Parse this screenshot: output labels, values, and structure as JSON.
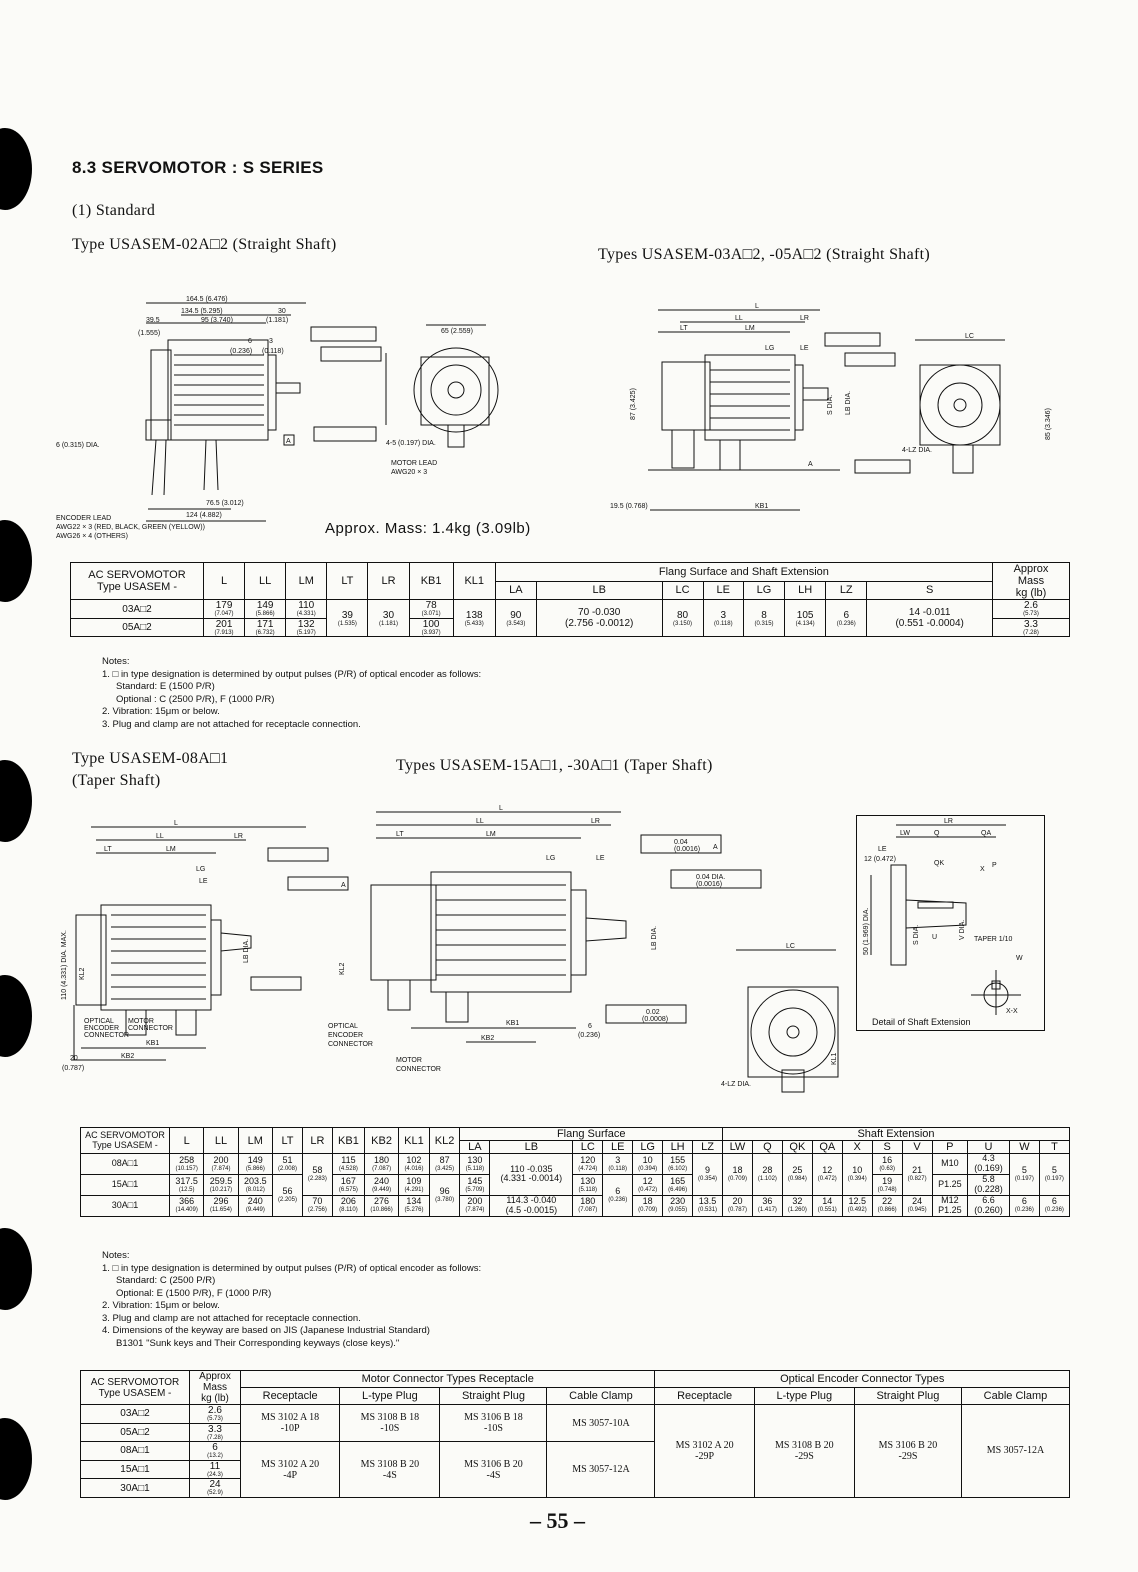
{
  "section_title": "8.3 SERVOMOTOR :  S SERIES",
  "subsection": "(1) Standard",
  "captions": {
    "type02": "Type USASEM-02A□2 (Straight Shaft)",
    "type03": "Types USASEM-03A□2, -05A□2 (Straight Shaft)",
    "type08a": "Type USASEM-08A□1",
    "type08b": "(Taper Shaft)",
    "type15": "Types USASEM-15A□1, -30A□1 (Taper Shaft)"
  },
  "mass_note": "Approx. Mass: 1.4kg (3.09lb)",
  "drawing1": {
    "d1": "164.5 (6.476)",
    "d2": "134.5 (5.295)",
    "d3": "30",
    "d4": "39.5",
    "d5": "95 (3.740)",
    "d6": "(1.181)",
    "d7": "(1.555)",
    "d8": "6",
    "d9": "3",
    "d10": "(0.236)",
    "d11": "(0.118)",
    "d12": "6 (0.315) DIA.",
    "d13": "76.5 (3.012)",
    "d14": "124 (4.882)",
    "enc1": "ENCODER LEAD",
    "enc2": "AWG22 × 3 (RED, BLACK, GREEN (YELLOW))",
    "enc3": "AWG26 × 4 (OTHERS)",
    "face1": "65 (2.559)",
    "face2": "4-5 (0.197) DIA.",
    "face3": "MOTOR LEAD",
    "face4": "AWG20 × 3",
    "tolA": "A"
  },
  "drawing2": {
    "L": "L",
    "LL": "LL",
    "LR": "LR",
    "LT": "LT",
    "LM": "LM",
    "LG": "LG",
    "LE": "LE",
    "LC": "LC",
    "KB1": "KB1",
    "d1": "19.5 (0.768)",
    "d2": "87 (3.425)",
    "d3": "85 (3.346)",
    "d4": "4-LZ DIA.",
    "S": "S DIA.",
    "LB": "LB DIA.",
    "A": "A"
  },
  "drawing3": {
    "L": "L",
    "LL": "LL",
    "LR": "LR",
    "LT": "LT",
    "LM": "LM",
    "LG": "LG",
    "LE": "LE",
    "KB1": "KB1",
    "KB2": "KB2",
    "KL2": "KL2",
    "LB": "LB DIA.",
    "d1": "110 (4.331) DIA. MAX.",
    "d2": "20",
    "d3": "(0.787)",
    "c1": "OPTICAL",
    "c2": "ENCODER",
    "c3": "CONNECTOR",
    "c4": "MOTOR",
    "c5": "CONNECTOR",
    "A": "A"
  },
  "drawing4": {
    "L": "L",
    "LL": "LL",
    "LR": "LR",
    "LT": "LT",
    "LM": "LM",
    "LG": "LG",
    "LE": "LE",
    "KB1": "KB1",
    "KB2": "KB2",
    "KL2": "KL2",
    "KL1": "KL1",
    "LC": "LC",
    "LB": "LB DIA.",
    "tol1": "0.04",
    "tol1b": "(0.0016)",
    "tol2": "0.04 DIA.",
    "tol2b": "(0.0016)",
    "tol3": "0.02",
    "tol3b": "(0.0008)",
    "c1": "OPTICAL",
    "c2": "ENCODER",
    "c3": "CONNECTOR",
    "c4": "MOTOR",
    "c5": "CONNECTOR",
    "d4": "4-LZ DIA.",
    "six": "6",
    "six2": "(0.236)",
    "A": "A"
  },
  "detail": {
    "LR": "LR",
    "LW": "LW",
    "Q": "Q",
    "QA": "QA",
    "LE": "LE",
    "QK": "QK",
    "d1": "12 (0.472)",
    "d2": "50 (1.969) DIA.",
    "S": "S DIA.",
    "U": "U",
    "V": "V DIA.",
    "taper": "TAPER 1/10",
    "W": "W",
    "X": "X",
    "P": "P",
    "XX": "X-X",
    "title": "Detail of Shaft Extension"
  },
  "table1": {
    "head": [
      "AC SERVOMOTOR",
      "Type USASEM -"
    ],
    "cols": [
      "L",
      "LL",
      "LM",
      "LT",
      "LR",
      "KB1",
      "KL1"
    ],
    "group": "Flang Surface and Shaft Extension",
    "sub": [
      "LA",
      "LB",
      "LC",
      "LE",
      "LG",
      "LH",
      "LZ",
      "S"
    ],
    "masshead": [
      "Approx",
      "Mass",
      "kg (lb)"
    ],
    "rows": [
      {
        "type": "03A□2",
        "L": "179",
        "Lin": "(7.047)",
        "LL": "149",
        "LLin": "(5.866)",
        "LM": "110",
        "LMin": "(4.331)",
        "KB1": "78",
        "KB1in": "(3.071)",
        "mass": "2.6",
        "massin": "(5.73)"
      },
      {
        "type": "05A□2",
        "L": "201",
        "Lin": "(7.913)",
        "LL": "171",
        "LLin": "(6.732)",
        "LM": "132",
        "LMin": "(5.197)",
        "KB1": "100",
        "KB1in": "(3.937)",
        "mass": "3.3",
        "massin": "(7.28)"
      }
    ],
    "shared": {
      "LT": "39",
      "LTin": "(1.535)",
      "LR": "30",
      "LRin": "(1.181)",
      "KL1": "138",
      "KL1in": "(5.433)",
      "LA": "90",
      "LAin": "(3.543)",
      "LB": "70 -0.030",
      "LBin": "(2.756 -0.0012)",
      "LC": "80",
      "LCin": "(3.150)",
      "LE": "3",
      "LEin": "(0.118)",
      "LG": "8",
      "LGin": "(0.315)",
      "LH": "105",
      "LHin": "(4.134)",
      "LZ": "6",
      "LZin": "(0.236)",
      "S": "14 -0.011",
      "Sin": "(0.551 -0.0004)"
    }
  },
  "notes1": [
    "Notes:",
    "1. □ in type designation is determined by output pulses (P/R) of optical encoder as follows:",
    "Standard: E (1500 P/R)",
    "Optional : C (2500 P/R), F (1000 P/R)",
    "2. Vibration: 15μm or below.",
    "3. Plug and clamp are not attached for receptacle connection."
  ],
  "table2": {
    "head": [
      "AC SERVOMOTOR",
      "Type USASEM -"
    ],
    "cols": [
      "L",
      "LL",
      "LM",
      "LT",
      "LR",
      "KB1",
      "KB2",
      "KL1",
      "KL2"
    ],
    "group1": "Flang Surface",
    "sub1": [
      "LA",
      "LB",
      "LC",
      "LE",
      "LG",
      "LH",
      "LZ"
    ],
    "group2": "Shaft Extension",
    "sub2": [
      "LW",
      "Q",
      "QK",
      "QA",
      "X",
      "S",
      "V",
      "P",
      "U",
      "W",
      "T"
    ],
    "r08": {
      "type": "08A□1",
      "L": "258",
      "Lin": "(10.157)",
      "LL": "200",
      "LLin": "(7.874)",
      "LM": "149",
      "LMin": "(5.866)",
      "LT": "51",
      "LTin": "(2.008)",
      "KB1": "115",
      "KB1in": "(4.528)",
      "KB2": "180",
      "KB2in": "(7.087)",
      "KL1": "102",
      "KL1in": "(4.016)",
      "KL2": "87",
      "KL2in": "(3.425)",
      "LA": "130",
      "LAin": "(5.118)",
      "LC": "120",
      "LCin": "(4.724)",
      "LE": "3",
      "LEin": "(0.118)",
      "LG": "10",
      "LGin": "(0.394)",
      "LH": "155",
      "LHin": "(6.102)",
      "S": "16",
      "Sin": "(0.63)",
      "P": "M10",
      "U": "4.3",
      "Uin": "(0.169)"
    },
    "r15": {
      "type": "15A□1",
      "L": "317.5",
      "Lin": "(12.5)",
      "LL": "259.5",
      "LLin": "(10.217)",
      "LM": "203.5",
      "LMin": "(8.012)",
      "KB1": "167",
      "KB1in": "(6.575)",
      "KB2": "240",
      "KB2in": "(9.449)",
      "KL1": "109",
      "KL1in": "(4.291)",
      "LA": "145",
      "LAin": "(5.709)",
      "LC": "130",
      "LCin": "(5.118)",
      "LG": "12",
      "LGin": "(0.472)",
      "LH": "165",
      "LHin": "(6.496)",
      "S": "19",
      "Sin": "(0.748)",
      "P": "P1.25",
      "U": "5.8",
      "Uin": "(0.228)"
    },
    "r30": {
      "type": "30A□1",
      "L": "366",
      "Lin": "(14.409)",
      "LL": "296",
      "LLin": "(11.654)",
      "LM": "240",
      "LMin": "(9.449)",
      "LR": "70",
      "LRin": "(2.756)",
      "KB1": "206",
      "KB1in": "(8.110)",
      "KB2": "276",
      "KB2in": "(10.866)",
      "KL1": "134",
      "KL1in": "(5.276)",
      "LA": "200",
      "LAin": "(7.874)",
      "LB": "114.3 -0.040",
      "LBin": "(4.5 -0.0015)",
      "LC": "180",
      "LCin": "(7.087)",
      "LG": "18",
      "LGin": "(0.709)",
      "LH": "230",
      "LHin": "(9.055)",
      "LZ": "13.5",
      "LZin": "(0.531)",
      "LW": "20",
      "LWin": "(0.787)",
      "Q": "36",
      "Qin": "(1.417)",
      "QK": "32",
      "QKin": "(1.260)",
      "QA": "14",
      "QAin": "(0.551)",
      "X": "12.5",
      "Xin": "(0.492)",
      "S": "22",
      "Sin": "(0.866)",
      "V": "24",
      "Vin": "(0.945)",
      "P": "M12",
      "P2": "P1.25",
      "U": "6.6",
      "Uin": "(0.260)",
      "W": "6",
      "Win": "(0.236)",
      "T": "6",
      "Tin": "(0.236)"
    },
    "shared": {
      "LR": "58",
      "LRin": "(2.283)",
      "LT2": "56",
      "LT2in": "(2.205)",
      "KL2": "96",
      "KL2in": "(3.780)",
      "LB": "110 -0.035",
      "LBin": "(4.331 -0.0014)",
      "LE": "6",
      "LEin": "(0.236)",
      "LZ": "9",
      "LZin": "(0.354)",
      "LW": "18",
      "LWin": "(0.709)",
      "Q": "28",
      "Qin": "(1.102)",
      "QK": "25",
      "QKin": "(0.984)",
      "QA": "12",
      "QAin": "(0.472)",
      "X": "10",
      "Xin": "(0.394)",
      "V": "21",
      "Vin": "(0.827)",
      "W": "5",
      "Win": "(0.197)",
      "T": "5",
      "Tin": "(0.197)"
    }
  },
  "notes2": [
    "Notes:",
    "1. □ in type designation is determined by output pulses (P/R) of optical encoder as follows:",
    "Standard: C (2500 P/R)",
    "Optional: E (1500 P/R), F (1000 P/R)",
    "2. Vibration: 15μm or below.",
    "3. Plug and clamp are not attached for receptacle connection.",
    "4. Dimensions of the keyway are based on JIS (Japanese Industrial Standard)",
    "B1301 \"Sunk keys and Their Corresponding keyways (close keys).\""
  ],
  "table3": {
    "head": [
      "AC SERVOMOTOR",
      "Type USASEM -"
    ],
    "masshead": [
      "Approx",
      "Mass",
      "kg (lb)"
    ],
    "g1": "Motor Connector Types Receptacle",
    "g2": "Optical Encoder Connector Types",
    "sub": [
      "Receptacle",
      "L-type Plug",
      "Straight Plug",
      "Cable Clamp",
      "Receptacle",
      "L-type Plug",
      "Straight Plug",
      "Cable Clamp"
    ],
    "rows": [
      {
        "type": "03A□2",
        "mass": "2.6",
        "massin": "(5.73)"
      },
      {
        "type": "05A□2",
        "mass": "3.3",
        "massin": "(7.28)"
      },
      {
        "type": "08A□1",
        "mass": "6",
        "massin": "(13.2)"
      },
      {
        "type": "15A□1",
        "mass": "11",
        "massin": "(24.3)"
      },
      {
        "type": "30A□1",
        "mass": "24",
        "massin": "(52.9)"
      }
    ],
    "m1": {
      "rec": "MS 3102 A 18",
      "rec2": "-10P",
      "lp": "MS 3108 B 18",
      "lp2": "-10S",
      "sp": "MS 3106 B 18",
      "sp2": "-10S",
      "cc": "MS 3057-10A"
    },
    "m2": {
      "rec": "MS 3102 A 20",
      "rec2": "-4P",
      "lp": "MS 3108 B 20",
      "lp2": "-4S",
      "sp": "MS 3106 B 20",
      "sp2": "-4S",
      "cc": "MS 3057-12A"
    },
    "enc": {
      "rec": "MS 3102 A 20",
      "rec2": "-29P",
      "lp": "MS 3108 B 20",
      "lp2": "-29S",
      "sp": "MS 3106 B 20",
      "sp2": "-29S",
      "cc": "MS 3057-12A"
    }
  },
  "page_number": "– 55 –"
}
